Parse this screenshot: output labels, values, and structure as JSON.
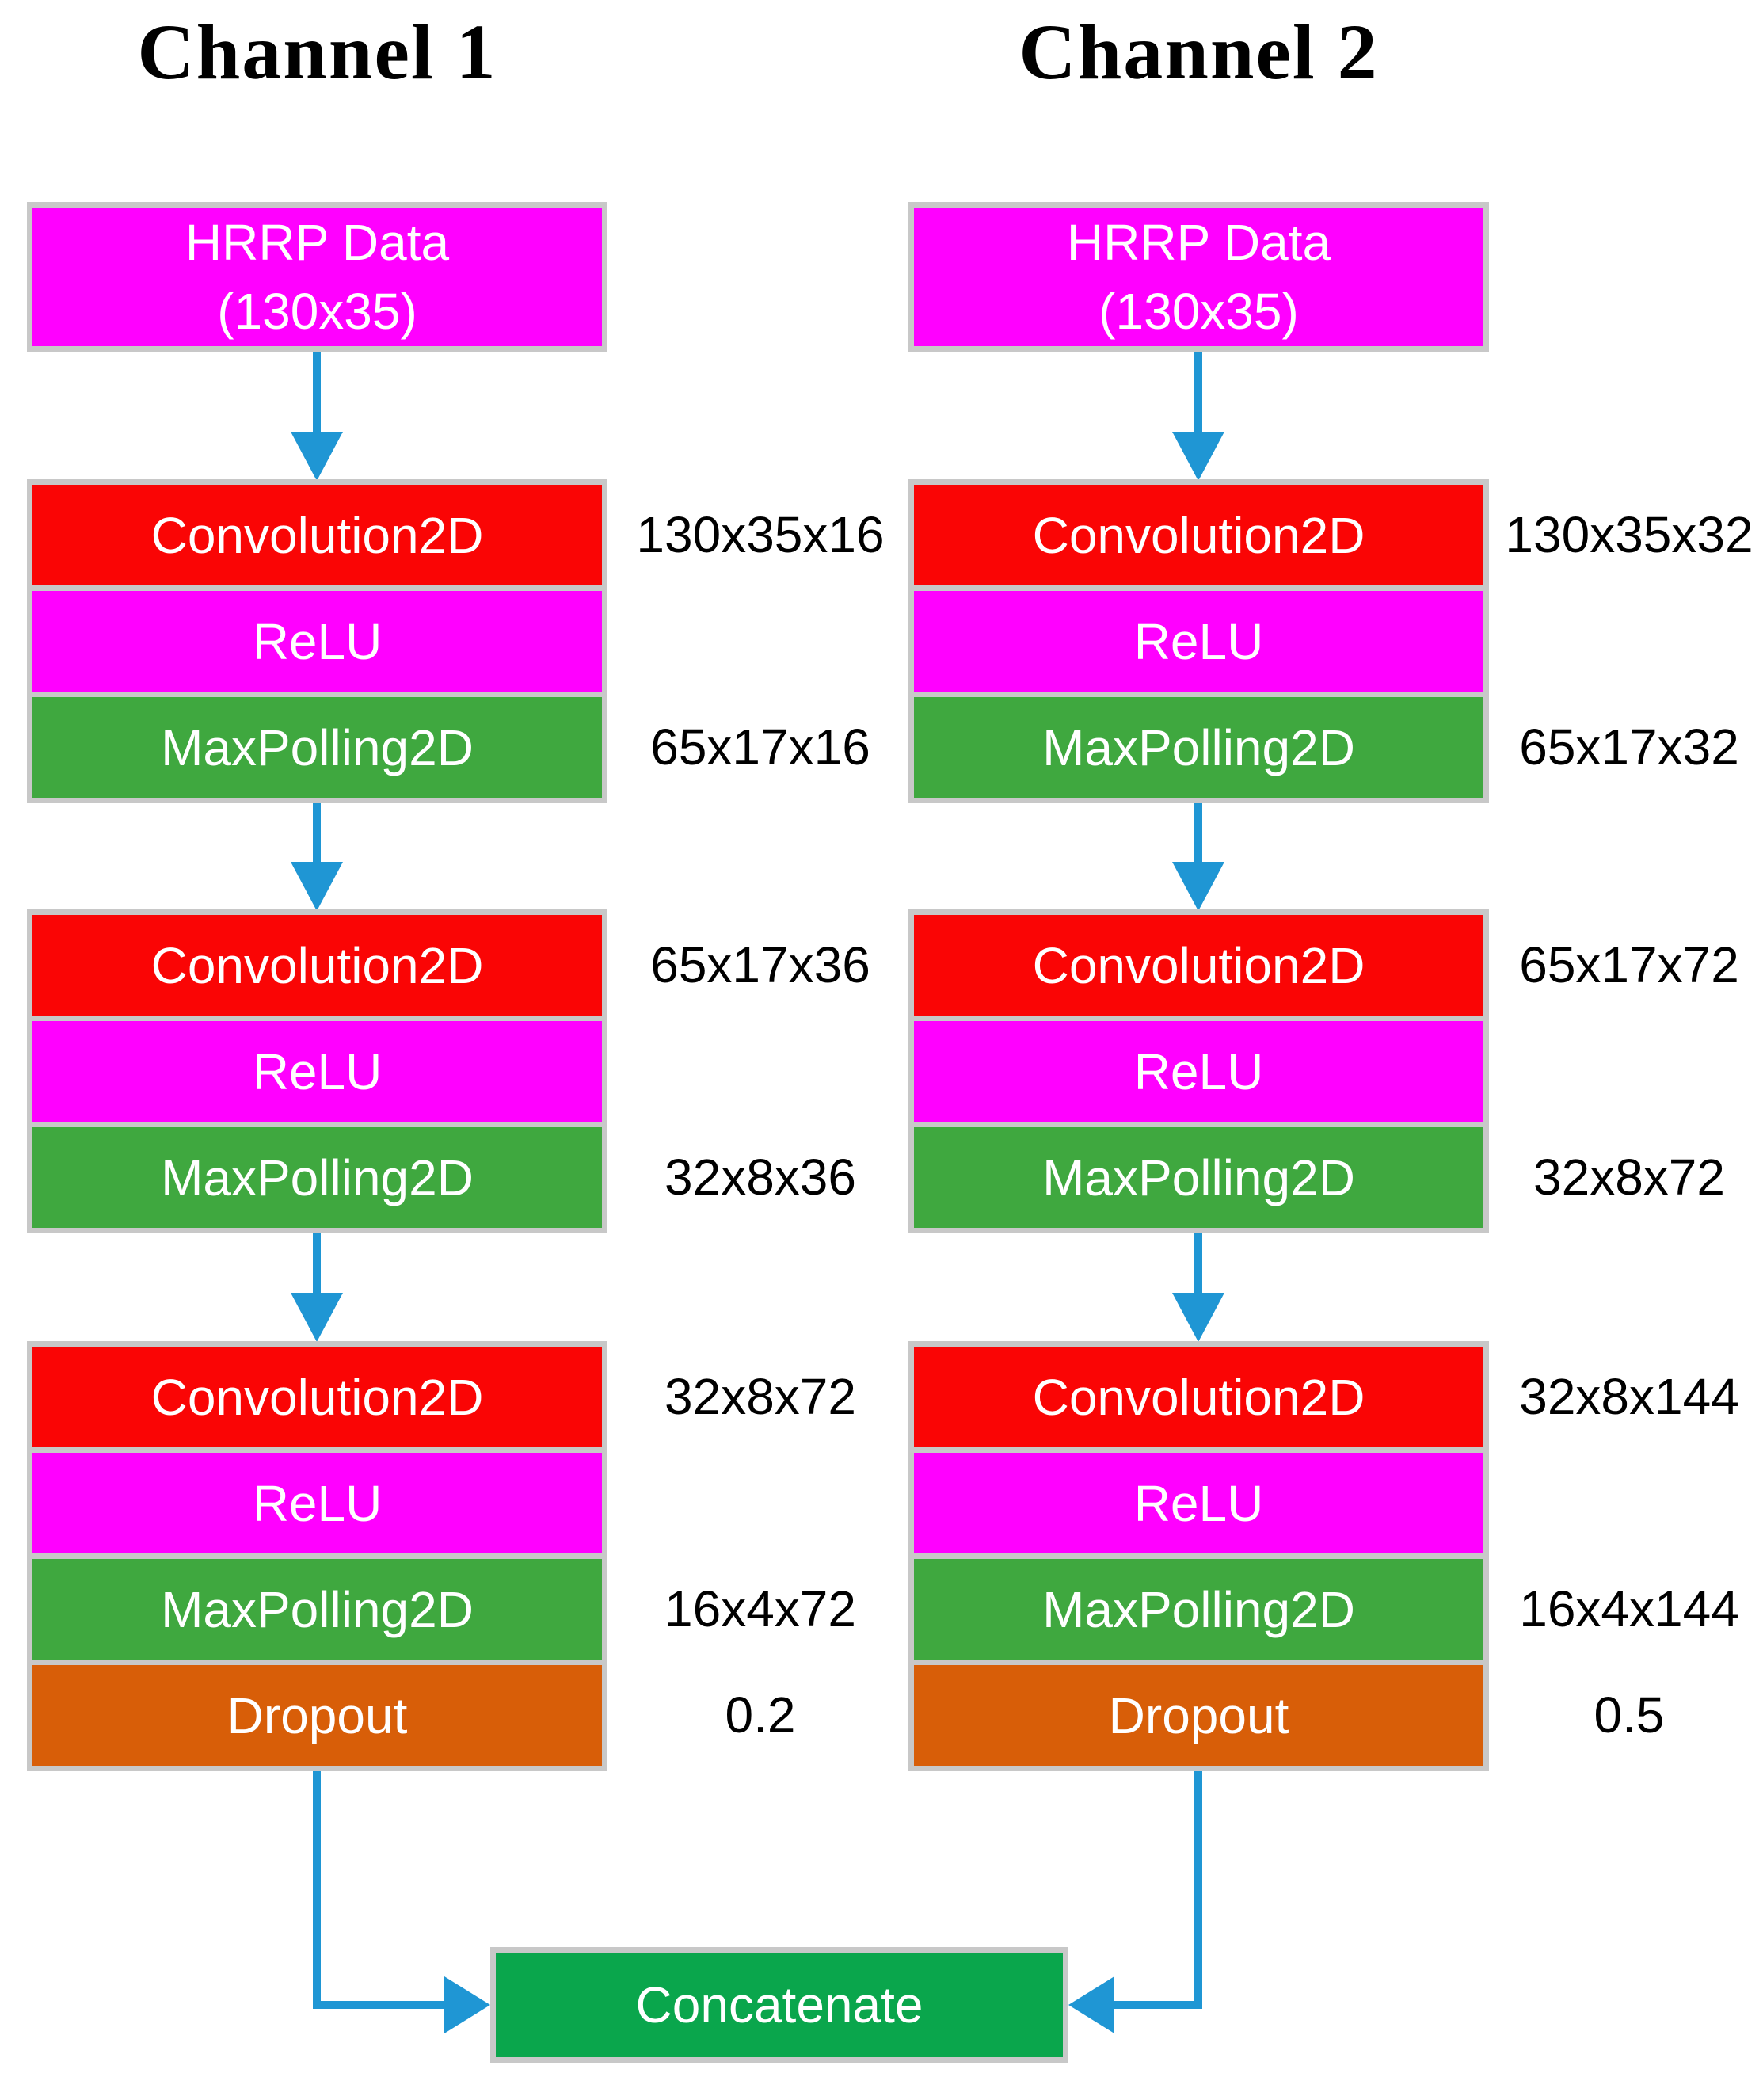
{
  "channels": [
    {
      "title": "Channel 1",
      "input_line1": "HRRP Data",
      "input_line2": "(130x35)",
      "groups": [
        {
          "conv": "Convolution2D",
          "conv_out": "130x35x16",
          "relu": "ReLU",
          "pool": "MaxPolling2D",
          "pool_out": "65x17x16"
        },
        {
          "conv": "Convolution2D",
          "conv_out": "65x17x36",
          "relu": "ReLU",
          "pool": "MaxPolling2D",
          "pool_out": "32x8x36"
        },
        {
          "conv": "Convolution2D",
          "conv_out": "32x8x72",
          "relu": "ReLU",
          "pool": "MaxPolling2D",
          "pool_out": "16x4x72",
          "dropout": "Dropout",
          "dropout_rate": "0.2"
        }
      ]
    },
    {
      "title": "Channel 2",
      "input_line1": "HRRP Data",
      "input_line2": "(130x35)",
      "groups": [
        {
          "conv": "Convolution2D",
          "conv_out": "130x35x32",
          "relu": "ReLU",
          "pool": "MaxPolling2D",
          "pool_out": "65x17x32"
        },
        {
          "conv": "Convolution2D",
          "conv_out": "65x17x72",
          "relu": "ReLU",
          "pool": "MaxPolling2D",
          "pool_out": "32x8x72"
        },
        {
          "conv": "Convolution2D",
          "conv_out": "32x8x144",
          "relu": "ReLU",
          "pool": "MaxPolling2D",
          "pool_out": "16x4x144",
          "dropout": "Dropout",
          "dropout_rate": "0.5"
        }
      ]
    }
  ],
  "merge": {
    "label": "Concatenate"
  },
  "colors": {
    "input_box": "#FF00FF",
    "conv_box": "#FA0505",
    "relu_box": "#FF00FF",
    "pool_box": "#3FA83F",
    "dropout_box": "#D85E08",
    "concatenate_box": "#0AA64C",
    "arrow": "#1F96D4",
    "box_border": "#C8C8C8",
    "box_text": "#FFFFFF",
    "annotation_text": "#000000"
  }
}
